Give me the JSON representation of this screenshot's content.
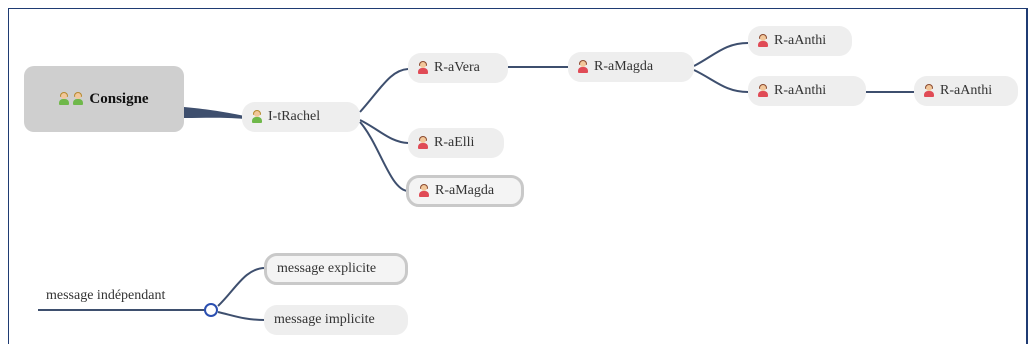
{
  "root": {
    "label": "Consigne",
    "icons": [
      "people-icon-green",
      "people-icon-green"
    ]
  },
  "nodes": {
    "itrachel": {
      "label": "I-tRachel",
      "icon": "person-icon-green"
    },
    "ravera": {
      "label": "R-aVera",
      "icon": "person-icon-red"
    },
    "raelli": {
      "label": "R-aElli",
      "icon": "person-icon-red"
    },
    "ramagda1": {
      "label": "R-aMagda",
      "icon": "person-icon-red"
    },
    "ramagda2": {
      "label": "R-aMagda",
      "icon": "person-icon-red"
    },
    "raanthi1": {
      "label": "R-aAnthi",
      "icon": "person-icon-red"
    },
    "raanthi2": {
      "label": "R-aAnthi",
      "icon": "person-icon-red"
    },
    "raanthi3": {
      "label": "R-aAnthi",
      "icon": "person-icon-red"
    }
  },
  "legend": {
    "title": "message indépendant",
    "explicit": "message explicite",
    "implicit": "message implicite"
  },
  "colors": {
    "link": "#3e4f6e",
    "node_bg": "#eeeeee",
    "root_bg": "#cfcfcf",
    "frame": "#1f3b73",
    "selected_border": "#c9c9c9"
  }
}
